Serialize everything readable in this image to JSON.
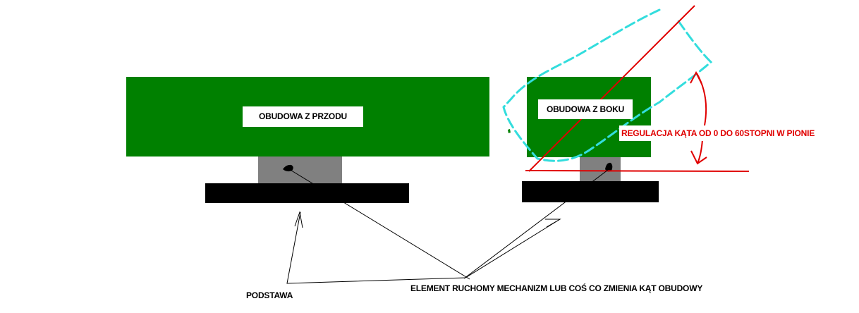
{
  "labels": {
    "front_case": "OBUDOWA Z PRZODU",
    "side_case": "OBUDOWA Z BOKU",
    "angle_adjustment": "REGULACJA KĄTA OD 0 DO 60STOPNI W PIONIE",
    "base": "PODSTAWA",
    "moving_element": "ELEMENT RUCHOMY MECHANIZM LUB COŚ CO ZMIENIA KĄT OBUDOWY"
  },
  "colors": {
    "case": "#008000",
    "joint": "#808080",
    "base": "#000000",
    "angle_line": "#e00000",
    "tilted_outline": "#33dddd",
    "angle_text": "#e00000",
    "pointer_lines": "#000000"
  },
  "angle_range_deg": [
    0,
    60
  ]
}
